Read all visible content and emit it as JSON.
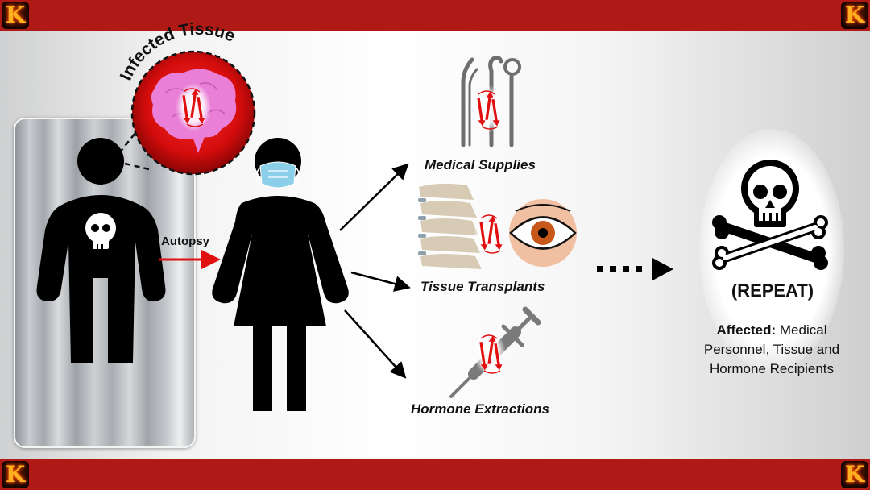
{
  "header_bar": {
    "logo_left": "K",
    "logo_right": "K",
    "color": "#b01a16"
  },
  "footer_bar": {
    "logo_left": "K",
    "logo_right": "K",
    "color": "#b01a16"
  },
  "diagram": {
    "infected_tissue_label": "Infected Tissue",
    "autopsy_label": "Autopsy",
    "outcomes": [
      {
        "label": "Medical Supplies",
        "icon": "medical-instruments-icon"
      },
      {
        "label": "Tissue Transplants",
        "icon": "spine-and-eye-icon"
      },
      {
        "label": "Hormone Extractions",
        "icon": "syringe-icon"
      }
    ],
    "repeat_label": "(REPEAT)",
    "affected_prefix": "Affected:",
    "affected_line1": " Medical",
    "affected_line2": "Personnel, Tissue and",
    "affected_line3": "Hormone Recipients"
  },
  "colors": {
    "accent_red": "#e01010",
    "brand_bar": "#b01a16",
    "brain_pink": "#e97fd6",
    "mask_blue": "#8ccfe8"
  }
}
